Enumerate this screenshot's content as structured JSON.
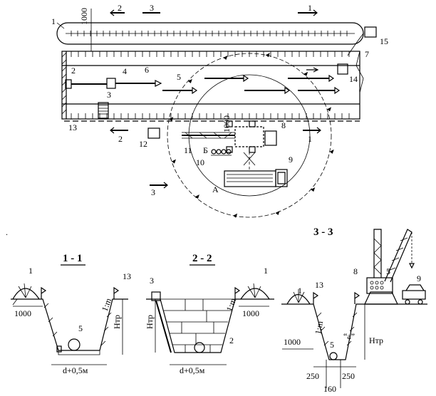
{
  "plan": {
    "top_dim": "1000",
    "crane_dim": "1000",
    "callouts": [
      "1",
      "2",
      "3",
      "4",
      "5",
      "6",
      "7",
      "8",
      "9",
      "10",
      "11",
      "12",
      "13",
      "14",
      "15"
    ],
    "section_marks": {
      "s1": "1",
      "s2": "2",
      "s3": "3"
    },
    "zone_a": "А",
    "zone_b": "Б"
  },
  "section_1_1": {
    "title": "1 - 1",
    "dim_1000": "1000",
    "slope": "1:m",
    "depth": "Hтр",
    "width": "d+0,5м",
    "callouts": {
      "c1": "1",
      "c5": "5",
      "c13": "13"
    }
  },
  "section_2_2": {
    "title": "2 - 2",
    "dim_1000": "1000",
    "slope": "1:m",
    "depth": "Hтр",
    "width": "d+0,5м",
    "callouts": {
      "c1": "1",
      "c2": "2",
      "c3": "3"
    }
  },
  "section_3_3": {
    "title": "3 - 3",
    "dim_1000": "1000",
    "slope": "1:m",
    "depth": "Hтр",
    "gap": "“a”",
    "dim_250_left": "250",
    "dim_250_right": "250",
    "dim_160": "160",
    "callouts": {
      "c1": "1",
      "c13": "13",
      "c5": "5",
      "c8": "8",
      "c9": "9",
      "c5b": "5"
    }
  }
}
